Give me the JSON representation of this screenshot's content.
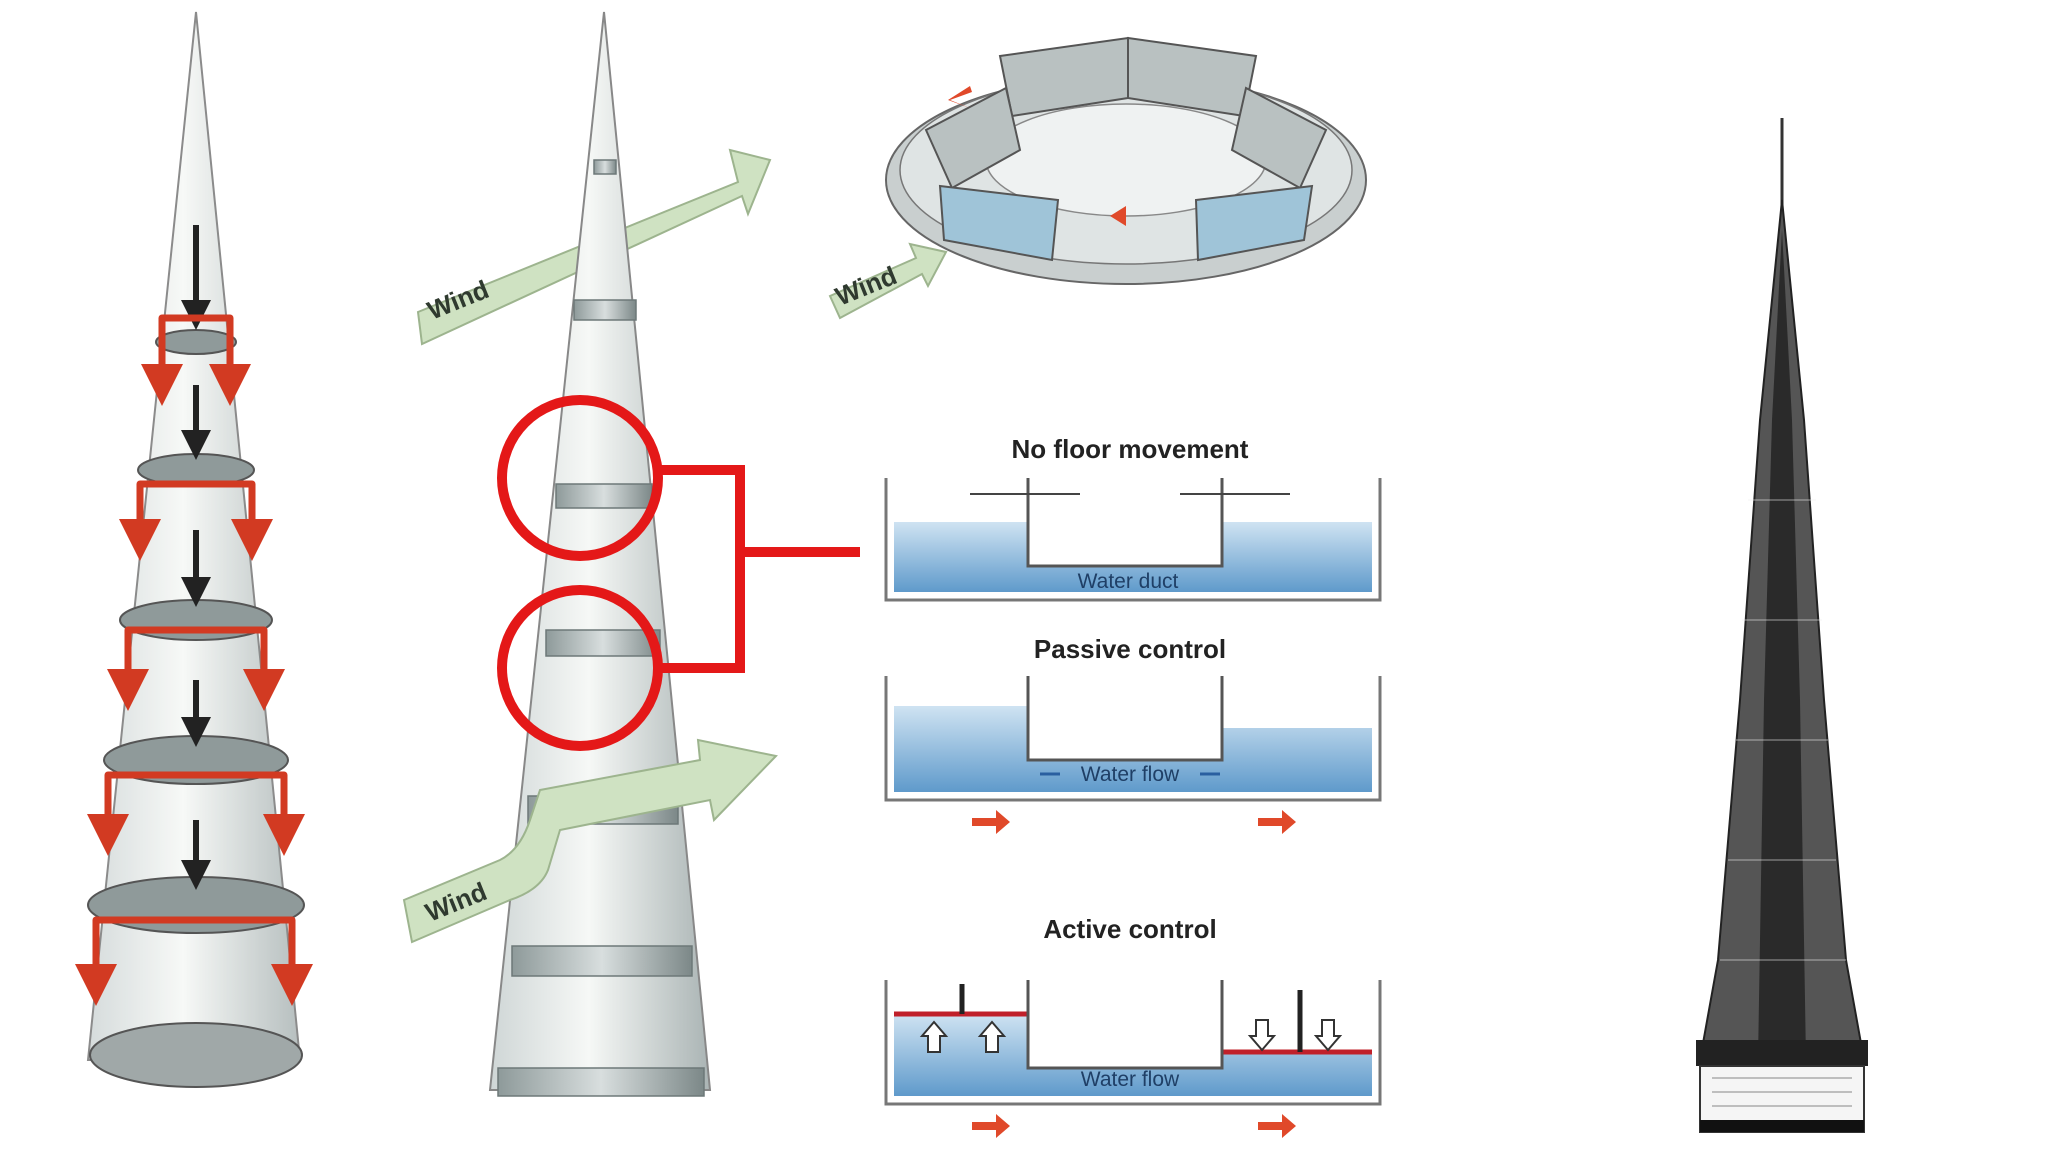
{
  "labels": {
    "wind_upper_left": "Wind",
    "wind_lower_left": "Wind",
    "wind_top": "Wind",
    "no_floor_movement": "No floor movement",
    "water_duct": "Water duct",
    "passive_control": "Passive control",
    "water_flow_passive": "Water flow",
    "active_control": "Active control",
    "water_flow_active": "Water flow"
  },
  "colors": {
    "highlight_red": "#e41818",
    "wind_arrow": "#cfe2c2",
    "water": "#7fb2d8",
    "flow_arrow": "#e0492a"
  }
}
